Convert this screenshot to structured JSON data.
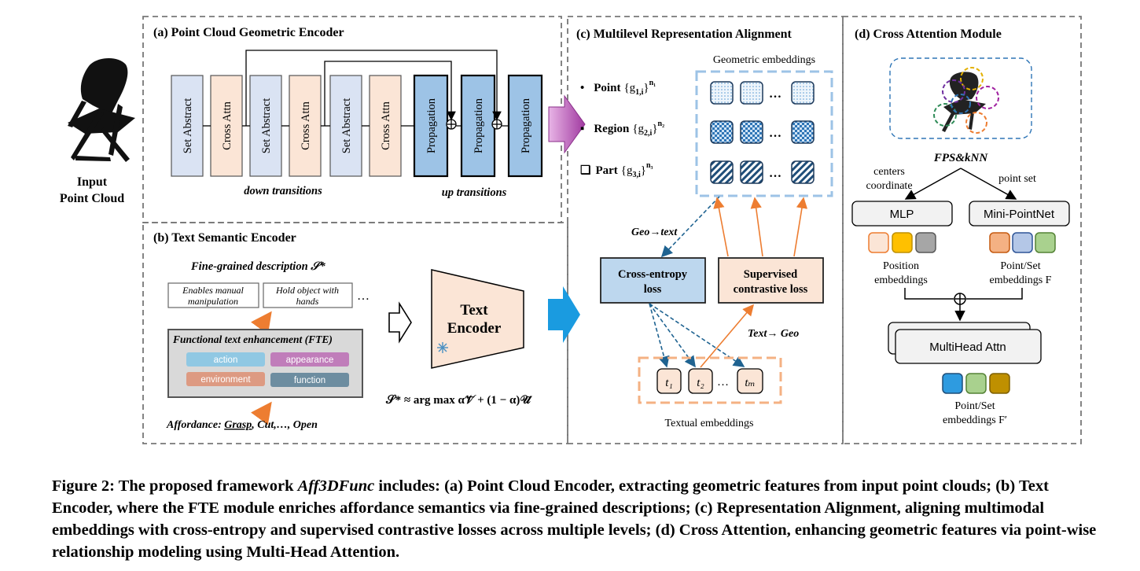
{
  "input": {
    "line1": "Input",
    "line2": "Point Cloud"
  },
  "panel_a": {
    "title": "(a) Point Cloud Geometric Encoder",
    "blocks": [
      "Set Abstract",
      "Cross Attn",
      "Set Abstract",
      "Cross Attn",
      "Set Abstract",
      "Cross Attn",
      "Propagation",
      "Propagation",
      "Propagation"
    ],
    "down_label": "down transitions",
    "up_label": "up transitions"
  },
  "panel_b": {
    "title": "(b) Text Semantic Encoder",
    "fine_grained": "Fine-grained description 𝒮*",
    "desc1_l1": "Enables manual",
    "desc1_l2": "manipulation",
    "desc2_l1": "Hold object with",
    "desc2_l2": "hands",
    "ellipsis": "…",
    "fte_title": "Functional text enhancement (FTE)",
    "tags": [
      "action",
      "appearance",
      "environment",
      "function"
    ],
    "encoder_l1": "Text",
    "encoder_l2": "Encoder",
    "affordance_prefix": "Affordance: ",
    "affordance_first": "Grasp",
    "affordance_rest": ", Cut,…, Open",
    "formula": "𝒮* ≈ arg max α𝒱̃ + (1 − α)𝒰̃"
  },
  "panel_c": {
    "title": "(c) Multilevel Representation Alignment",
    "geo_label": "Geometric embeddings",
    "levels": [
      {
        "bullet": "•",
        "name": "Point",
        "sub": "1,i",
        "sup": "n₁"
      },
      {
        "bullet": "▪",
        "name": "Region",
        "sub": "2,i",
        "sup": "n₂"
      },
      {
        "bullet": "❏",
        "name": "Part",
        "sub": "3,i",
        "sup": "n₃"
      }
    ],
    "ce_l1": "Cross-entropy",
    "ce_l2": "loss",
    "sc_l1": "Supervised",
    "sc_l2": "contrastive loss",
    "geo_to_text": "Geo→text",
    "text_to_geo": "Text→ Geo",
    "tokens": [
      "t₁",
      "t₂",
      "tₘ"
    ],
    "text_label": "Textual embeddings"
  },
  "panel_d": {
    "title": "(d) Cross Attention Module",
    "fps": "FPS&kNN",
    "centers_l1": "centers",
    "centers_l2": "coordinate",
    "point_set": "point set",
    "mlp": "MLP",
    "mini": "Mini-PointNet",
    "pos_l1": "Position",
    "pos_l2": "embeddings",
    "ps_l1": "Point/Set",
    "ps_l2": "embeddings F",
    "mha": "MultiHead Attn",
    "out_l1": "Point/Set",
    "out_l2": "embeddings F′"
  },
  "caption": {
    "p1": "Figure 2: The proposed framework ",
    "name": "Aff3DFunc",
    "p2": " includes: (a) Point Cloud Encoder, extracting geometric features from input point clouds; (b) Text Encoder, where the FTE module enriches affordance semantics via fine-grained descriptions; (c) Representation Alignment, aligning multimodal embeddings with cross-entropy and supervised contrastive losses across multiple levels; (d) Cross Attention, enhancing geometric features via point-wise relationship modeling using Multi-Head Attention."
  },
  "colors": {
    "block_blue": "#dae3f3",
    "block_orange": "#fbe5d6",
    "prop_blue": "#9dc3e6",
    "accent_orange": "#ed7d31",
    "accent_blue": "#2e75b6",
    "dash_blue": "#9dc3e6"
  }
}
